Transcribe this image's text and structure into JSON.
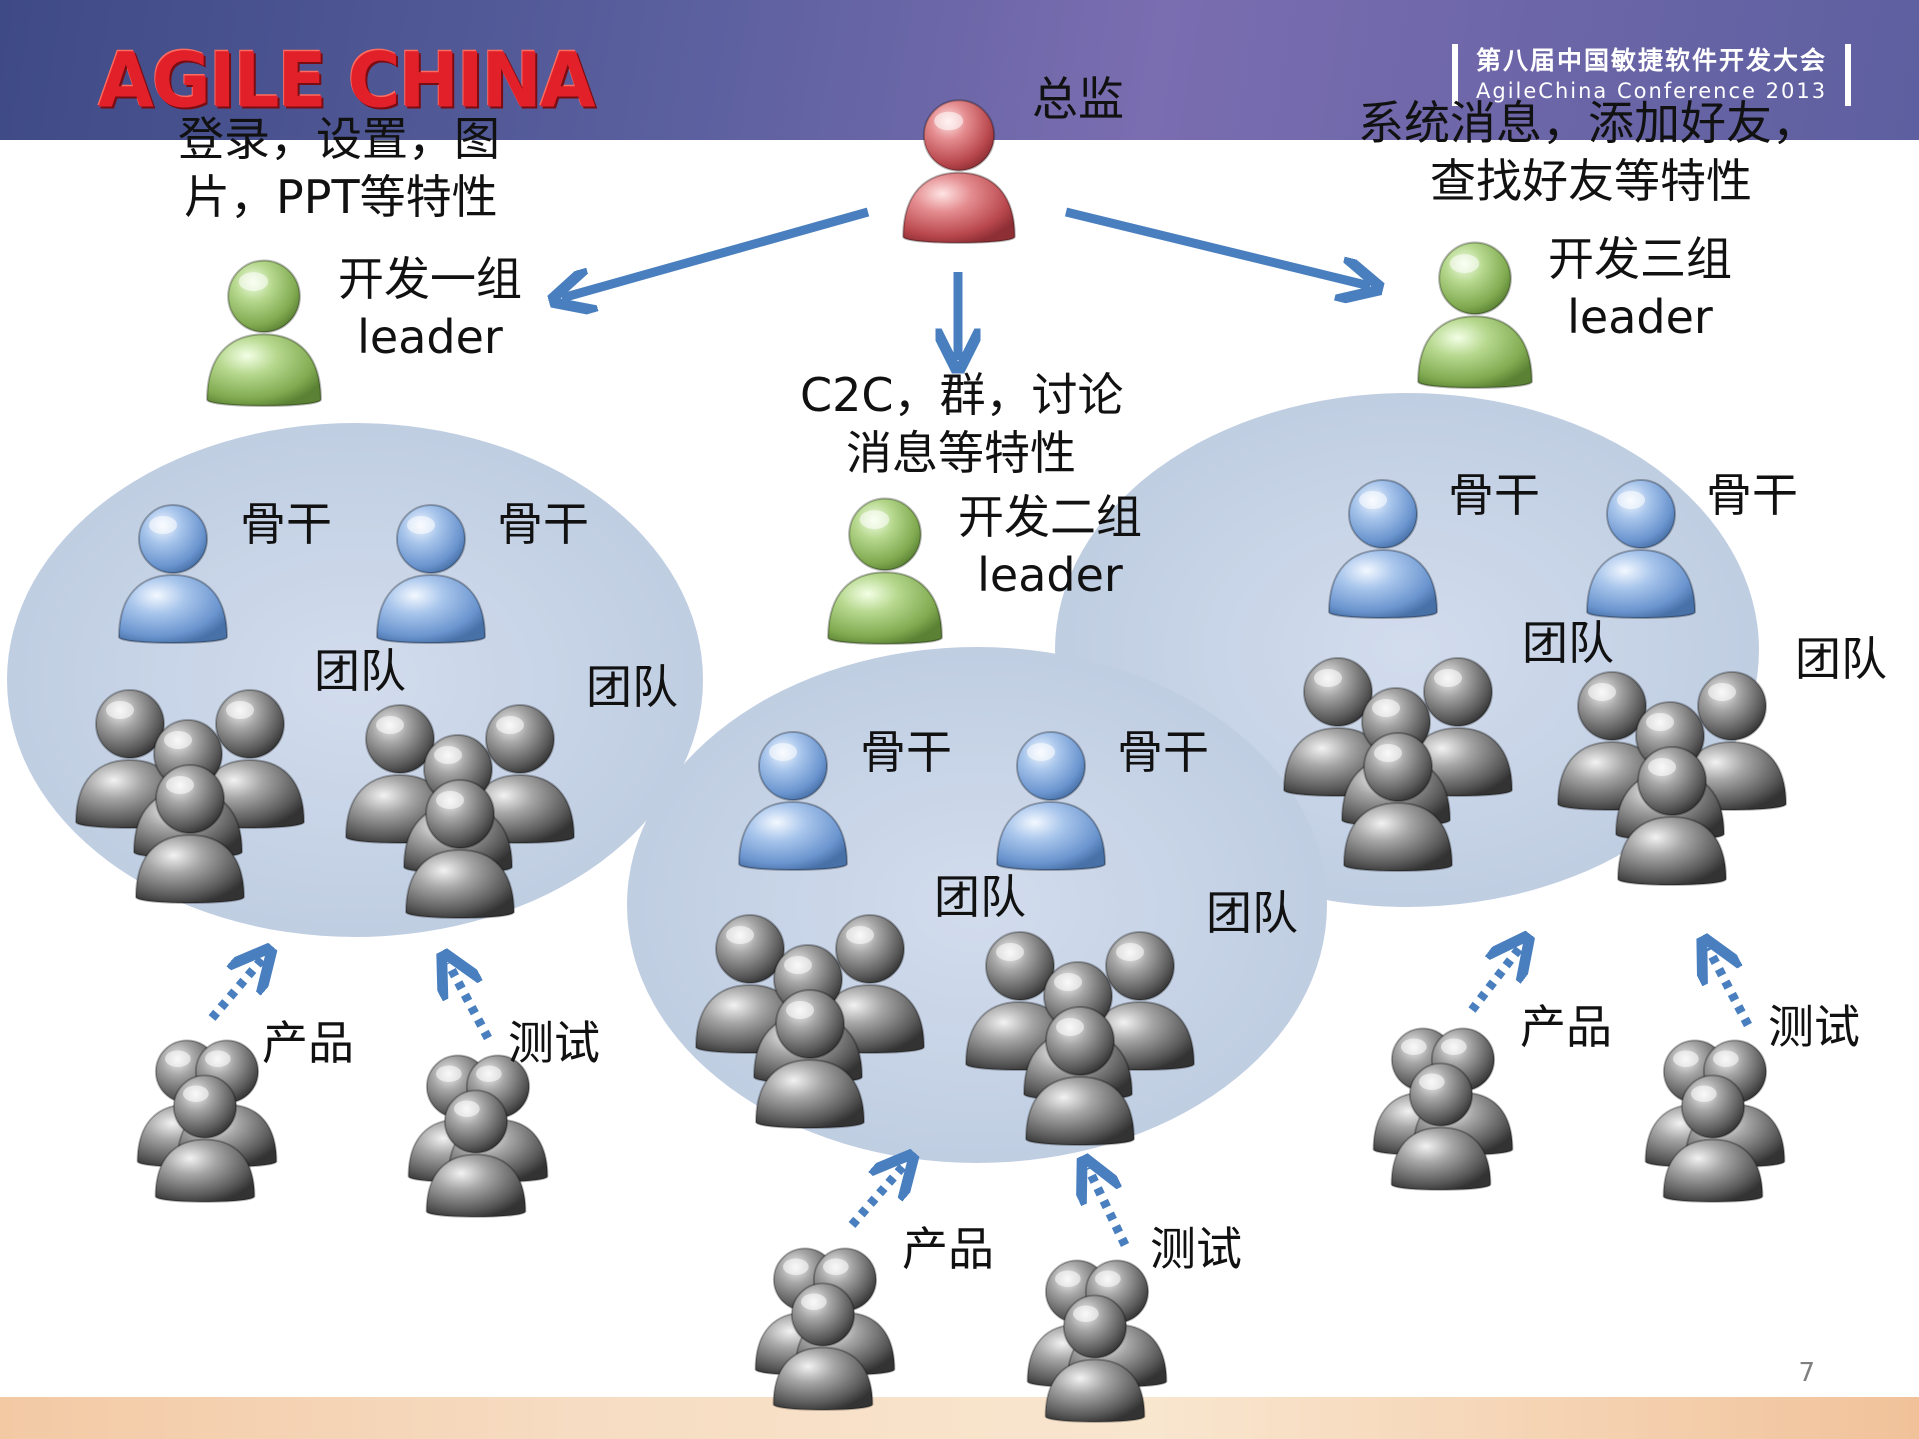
{
  "header": {
    "logo_text": "AGILE CHINA",
    "conference_cn": "第八届中国敏捷软件开发大会",
    "conference_en": "AgileChina Conference 2013"
  },
  "director": {
    "label": "总监"
  },
  "group1": {
    "features_line1": "登录，设置，图",
    "features_line2": "片，PPT等特性",
    "leader_line1": "开发一组",
    "leader_line2": "leader",
    "backbone_label": "骨干",
    "team_label": "团队",
    "product_label": "产品",
    "test_label": "测试"
  },
  "group2": {
    "features_line1": "C2C，群，讨论",
    "features_line2": "消息等特性",
    "leader_line1": "开发二组",
    "leader_line2": "leader",
    "backbone_label": "骨干",
    "team_label": "团队",
    "product_label": "产品",
    "test_label": "测试"
  },
  "group3": {
    "features_line1": "系统消息，添加好友，",
    "features_line2": "查找好友等特性",
    "leader_line1": "开发三组",
    "leader_line2": "leader",
    "backbone_label": "骨干",
    "team_label": "团队",
    "product_label": "产品",
    "test_label": "测试"
  },
  "footer": {
    "page_number": "7"
  },
  "colors": {
    "director": "#c8545a",
    "leader": "#8fb85e",
    "backbone": "#6f9bd4",
    "team": "#6b6b6b",
    "ellipse": "#c5d3e6",
    "arrow": "#4a7fbf"
  },
  "icons": [
    "person-icon",
    "people-group-icon"
  ]
}
